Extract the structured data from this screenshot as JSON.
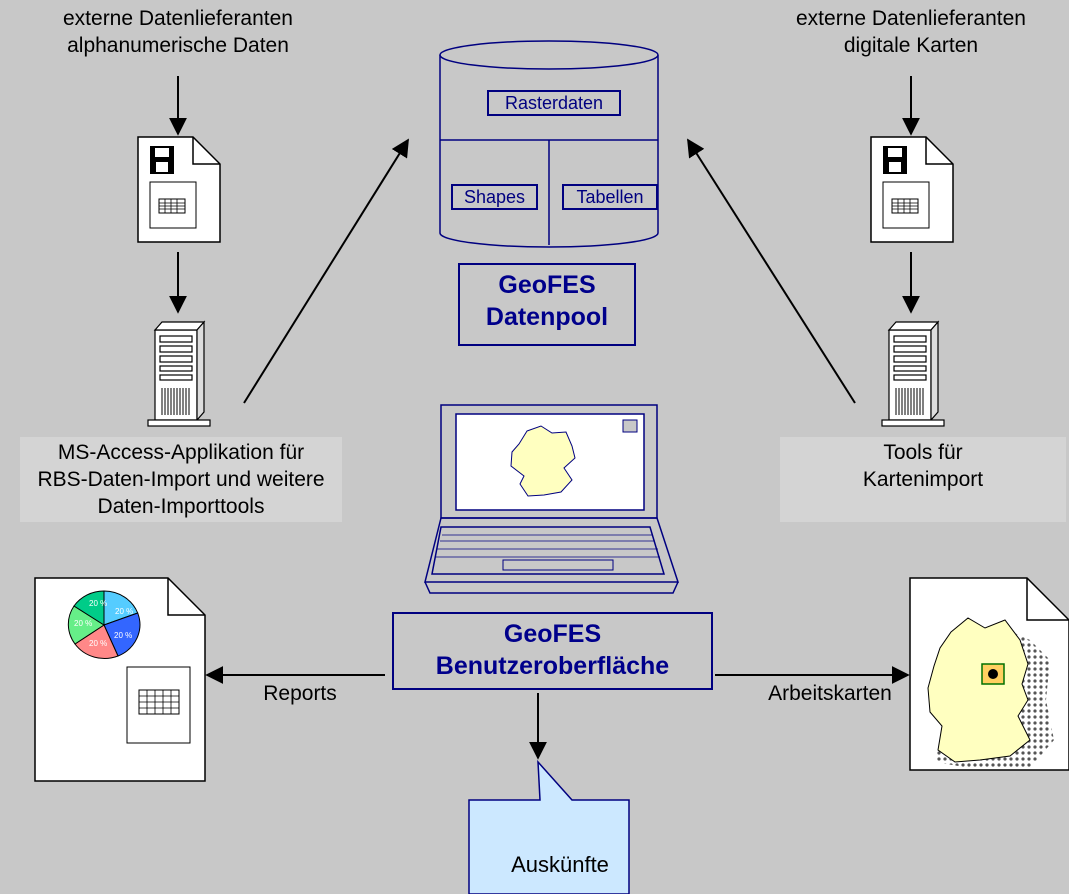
{
  "sources": {
    "left_line1": "externe Datenlieferanten",
    "left_line2": "alphanumerische Daten",
    "right_line1": "externe Datenlieferanten",
    "right_line2": "digitale Karten"
  },
  "datapool": {
    "raster": "Rasterdaten",
    "shapes": "Shapes",
    "tables": "Tabellen",
    "title_line1": "GeoFES",
    "title_line2": "Datenpool"
  },
  "tools": {
    "left_line1": "MS-Access-Applikation für",
    "left_line2": "RBS-Daten-Import und weitere",
    "left_line3": "Daten-Importtools",
    "right_line1": "Tools für",
    "right_line2": "Kartenimport"
  },
  "ui": {
    "title_line1": "GeoFES",
    "title_line2": "Benutzeroberfläche"
  },
  "outputs": {
    "reports": "Reports",
    "maps": "Arbeitskarten",
    "info": "Auskünfte",
    "pie_labels": [
      "20 %",
      "20 %",
      "20 %",
      "20 %",
      "20 %"
    ]
  },
  "colors": {
    "background": "#c8c8c8",
    "accent": "#000080",
    "germany_fill": "#ffffc0",
    "callout_fill": "#cce8ff"
  }
}
